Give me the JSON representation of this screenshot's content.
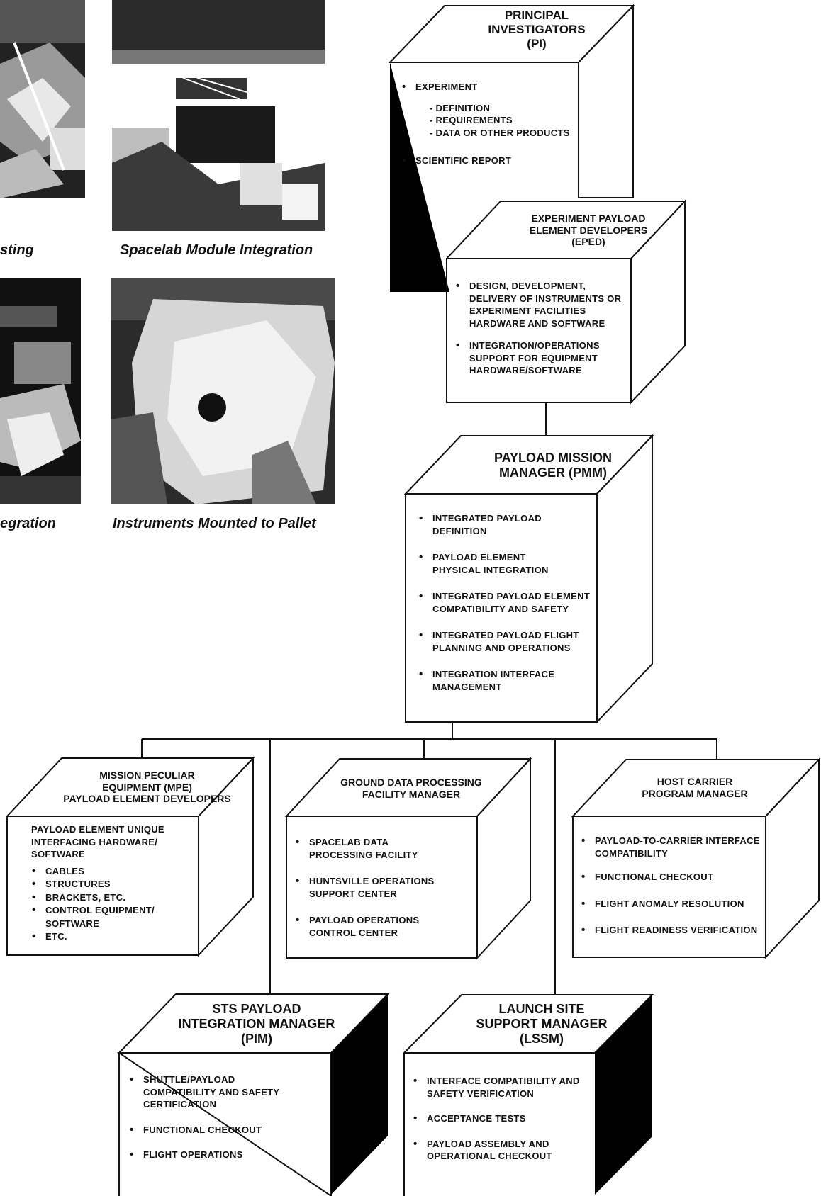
{
  "photos": {
    "top_left_caption": "sting",
    "top_right_caption": "Spacelab Module Integration",
    "bottom_left_caption": "egration",
    "bottom_right_caption": "Instruments Mounted to Pallet"
  },
  "pi": {
    "title": [
      "PRINCIPAL",
      "INVESTIGATORS",
      "(PI)"
    ],
    "b1": "EXPERIMENT",
    "sub": [
      "- DEFINITION",
      "- REQUIREMENTS",
      "- DATA OR OTHER PRODUCTS"
    ],
    "b2": "SCIENTIFIC REPORT"
  },
  "eped": {
    "title": [
      "EXPERIMENT PAYLOAD",
      "ELEMENT DEVELOPERS",
      "(EPED)"
    ],
    "b1": "DESIGN, DEVELOPMENT, DELIVERY OF INSTRUMENTS OR EXPERIMENT FACILITIES HARDWARE AND SOFTWARE",
    "b2": "INTEGRATION/OPERATIONS SUPPORT FOR EQUIPMENT HARDWARE/SOFTWARE"
  },
  "pmm": {
    "title": [
      "PAYLOAD MISSION",
      "MANAGER (PMM)"
    ],
    "items": [
      "INTEGRATED PAYLOAD DEFINITION",
      "PAYLOAD ELEMENT PHYSICAL INTEGRATION",
      "INTEGRATED PAYLOAD ELEMENT COMPATIBILITY AND SAFETY",
      "INTEGRATED PAYLOAD FLIGHT PLANNING AND OPERATIONS",
      "INTEGRATION INTERFACE MANAGEMENT"
    ]
  },
  "mpe": {
    "title": [
      "MISSION PECULIAR",
      "EQUIPMENT (MPE)",
      "PAYLOAD ELEMENT DEVELOPERS"
    ],
    "intro": "PAYLOAD ELEMENT UNIQUE INTERFACING HARDWARE/ SOFTWARE",
    "items": [
      "CABLES",
      "STRUCTURES",
      "BRACKETS, ETC.",
      "CONTROL EQUIPMENT/",
      "SOFTWARE",
      "ETC."
    ]
  },
  "gdp": {
    "title": [
      "GROUND DATA PROCESSING",
      "FACILITY MANAGER"
    ],
    "items": [
      "SPACELAB DATA PROCESSING FACILITY",
      "HUNTSVILLE OPERATIONS SUPPORT CENTER",
      "PAYLOAD OPERATIONS CONTROL CENTER"
    ]
  },
  "hc": {
    "title": [
      "HOST CARRIER",
      "PROGRAM MANAGER"
    ],
    "items": [
      "PAYLOAD-TO-CARRIER INTERFACE COMPATIBILITY",
      "FUNCTIONAL CHECKOUT",
      "FLIGHT ANOMALY RESOLUTION",
      "FLIGHT READINESS VERIFICATION"
    ]
  },
  "pim": {
    "title": [
      "STS PAYLOAD",
      "INTEGRATION MANAGER",
      "(PIM)"
    ],
    "items": [
      "SHUTTLE/PAYLOAD COMPATIBILITY AND SAFETY CERTIFICATION",
      "FUNCTIONAL CHECKOUT",
      "FLIGHT OPERATIONS"
    ]
  },
  "lssm": {
    "title": [
      "LAUNCH SITE",
      "SUPPORT MANAGER",
      "(LSSM)"
    ],
    "items": [
      "INTERFACE COMPATIBILITY AND SAFETY VERIFICATION",
      "ACCEPTANCE TESTS",
      "PAYLOAD ASSEMBLY AND OPERATIONAL CHECKOUT"
    ]
  }
}
